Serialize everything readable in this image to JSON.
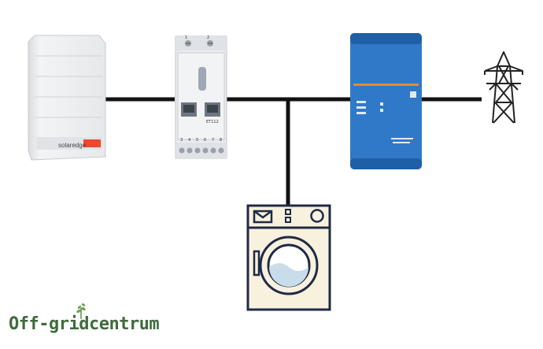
{
  "inverter": {
    "brand_text": "solaredge"
  },
  "meter": {
    "top_terminals": [
      "1",
      "2"
    ],
    "bottom_terminals": [
      "3",
      "4",
      "5",
      "6",
      "7",
      "8"
    ],
    "model_text": "ET112"
  },
  "logo": {
    "text": "Off-gridcentrum"
  },
  "colors": {
    "wire": "#111111",
    "multiplus_body": "#2f79c8",
    "appliance_stroke": "#1f2a44",
    "appliance_fill": "#f8f1de",
    "logo_green": "#3e6b3c"
  },
  "icons": {
    "inverter": "solar-inverter-icon",
    "meter": "energy-meter-icon",
    "multiplus": "battery-inverter-charger-icon",
    "pylon": "power-pylon-icon",
    "washer": "washing-machine-icon"
  }
}
